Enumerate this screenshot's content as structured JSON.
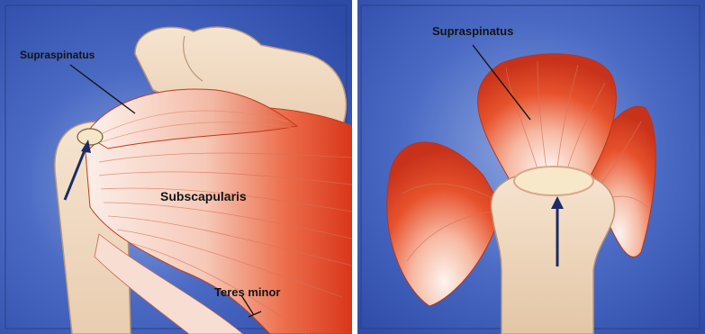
{
  "figure": {
    "left_panel": {
      "labels": {
        "supraspinatus": "Supraspinatus",
        "subscapularis": "Subscapularis",
        "teres_minor": "Teres minor"
      }
    },
    "right_panel": {
      "labels": {
        "supraspinatus": "Supraspinatus"
      }
    },
    "colors": {
      "background_blue": "#3b5fb8",
      "muscle_red": "#e2451f",
      "tendon_white": "#fbf1ea",
      "bone": "#f3ddc4",
      "arrow": "#1a2c66"
    }
  }
}
